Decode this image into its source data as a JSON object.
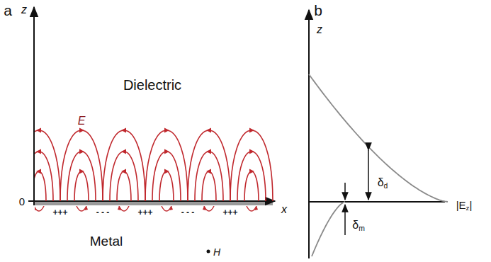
{
  "diagram": {
    "labels": [
      "a",
      "z",
      "Dielectric",
      "E",
      "0",
      "x",
      "+++",
      "- - -",
      "+++",
      "- - -",
      "+++",
      "Metal",
      "H",
      "b",
      "z",
      "δd",
      "δm",
      "|Ez|"
    ]
  }
}
